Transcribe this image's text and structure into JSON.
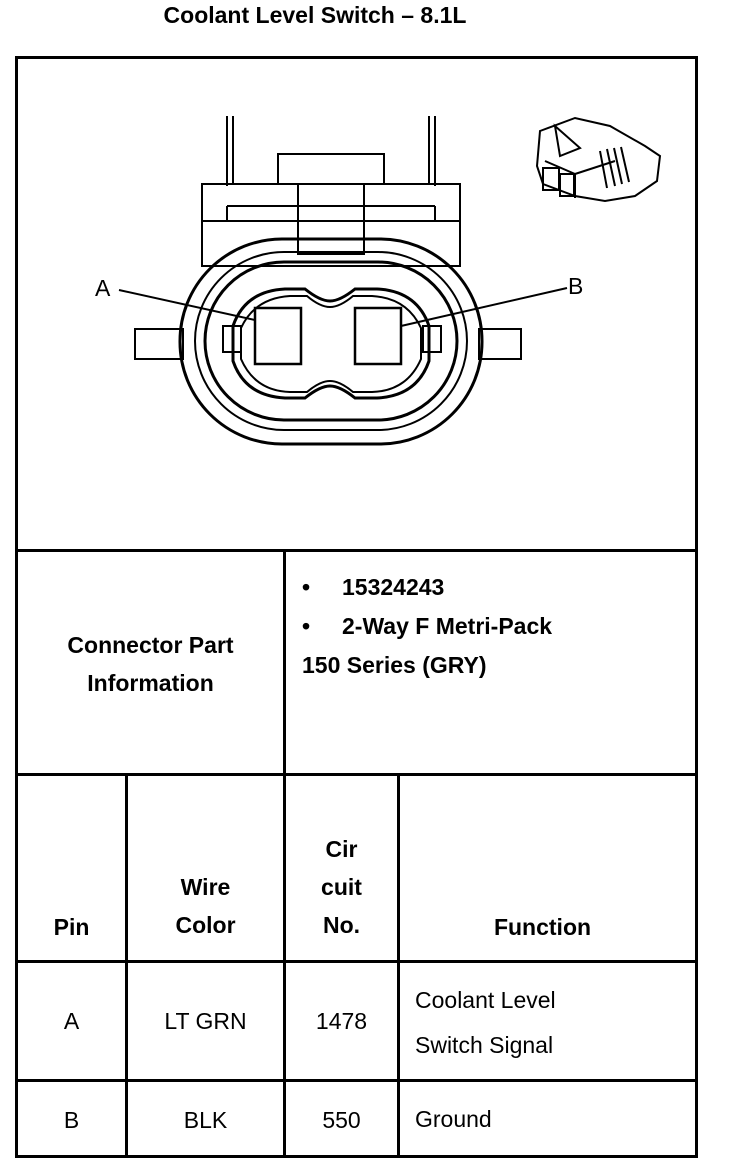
{
  "title": "Coolant Level Switch – 8.1L",
  "diagram": {
    "pin_labels": {
      "a": "A",
      "b": "B"
    }
  },
  "connector_info": {
    "label_line1": "Connector Part",
    "label_line2": "Information",
    "bullet": "•",
    "part_number": "15324243",
    "description_line1": "2-Way F Metri-Pack",
    "description_line2": "150 Series (GRY)"
  },
  "table": {
    "headers": {
      "pin": "Pin",
      "wire_line1": "Wire",
      "wire_line2": "Color",
      "circuit_line1": "Cir",
      "circuit_line2": "cuit",
      "circuit_line3": "No.",
      "function": "Function"
    },
    "rows": [
      {
        "pin": "A",
        "wire_color": "LT GRN",
        "circuit": "1478",
        "function_line1": "Coolant Level",
        "function_line2": "Switch Signal"
      },
      {
        "pin": "B",
        "wire_color": "BLK",
        "circuit": "550",
        "function_line1": "Ground",
        "function_line2": ""
      }
    ]
  }
}
